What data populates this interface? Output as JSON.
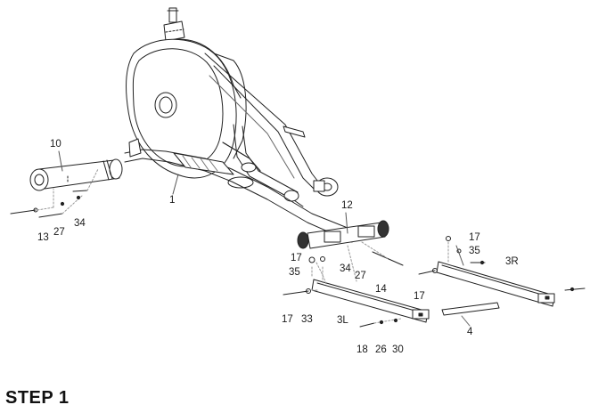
{
  "step_title": "STEP 1",
  "callouts": {
    "p10": "10",
    "p1": "1",
    "p13": "13",
    "p27a": "27",
    "p34a": "34",
    "p12": "12",
    "p17a": "17",
    "p35a": "35",
    "p34b": "34",
    "p27b": "27",
    "p14": "14",
    "p17b": "17",
    "p33": "33",
    "p3L": "3L",
    "p18": "18",
    "p26": "26",
    "p30": "30",
    "p17c": "17",
    "p35b": "35",
    "p3R": "3R",
    "p17d": "17",
    "p4": "4"
  }
}
